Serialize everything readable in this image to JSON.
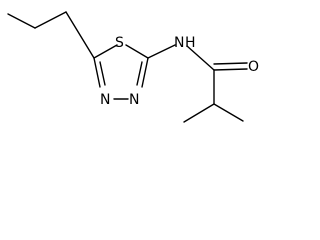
{
  "molecule": {
    "atoms": {
      "s1": "S",
      "nh": "N",
      "h": "H",
      "n3": "N",
      "n4": "N",
      "o": "O"
    }
  },
  "colors": {
    "bond": "#000000",
    "text": "#000000",
    "background": "#ffffff"
  }
}
